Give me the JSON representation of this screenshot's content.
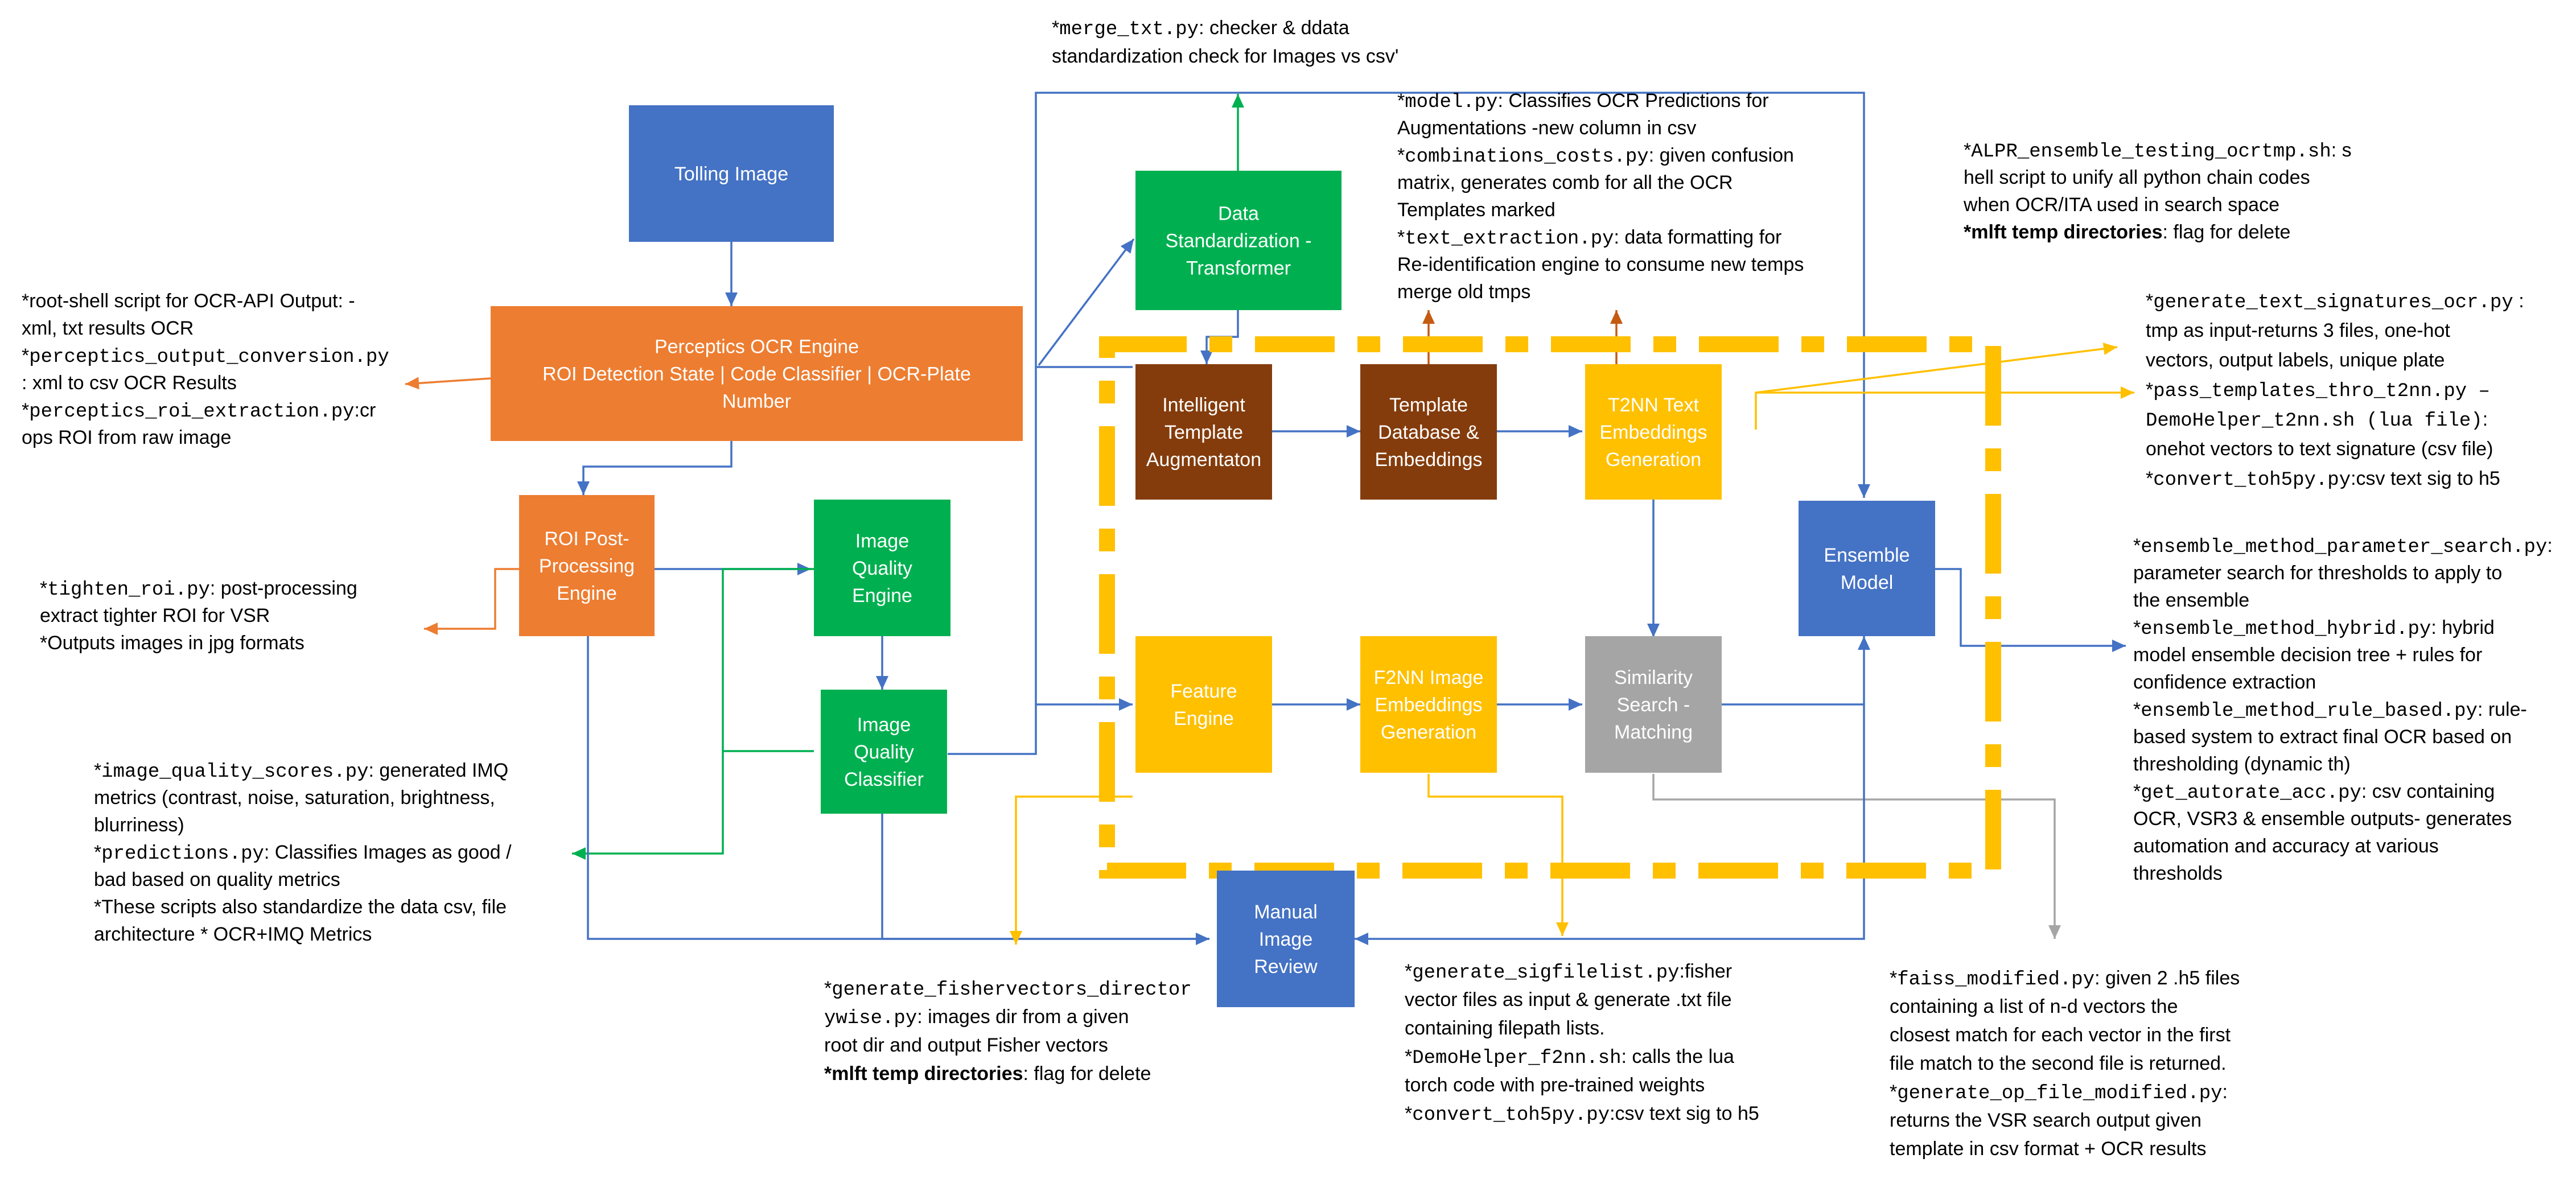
{
  "colors": {
    "blue": "#4472C4",
    "orange": "#ED7D31",
    "green": "#00B050",
    "brown": "#843C0C",
    "yellow": "#FFC000",
    "gray": "#A5A5A5",
    "dash": "#FFC000",
    "line_blue": "#4472C4",
    "line_orange": "#ED7D31",
    "line_green": "#00B050",
    "line_yellow": "#FFC000",
    "line_brown": "#C55A11",
    "line_gray": "#A5A5A5"
  },
  "boxes": {
    "tolling_image": [
      "Tolling Image"
    ],
    "perceptics": [
      "Perceptics OCR Engine",
      "ROI Detection State | Code Classifier | OCR-Plate",
      "Number"
    ],
    "roi_post": [
      "ROI Post-",
      "Processing",
      "Engine"
    ],
    "image_quality_engine": [
      "Image",
      "Quality",
      "Engine"
    ],
    "image_quality_classifier": [
      "Image",
      "Quality",
      "Classifier"
    ],
    "data_standardization": [
      "Data",
      "Standardization -",
      "Transformer"
    ],
    "intelligent_template": [
      "Intelligent",
      "Template",
      "Augmentaton"
    ],
    "template_database": [
      "Template",
      "Database &",
      "Embeddings"
    ],
    "t2nn": [
      "T2NN Text",
      "Embeddings",
      "Generation"
    ],
    "feature_engine": [
      "Feature",
      "Engine"
    ],
    "f2nn": [
      "F2NN Image",
      "Embeddings",
      "Generation"
    ],
    "similarity_search": [
      "Similarity",
      "Search -",
      "Matching"
    ],
    "ensemble_model": [
      "Ensemble",
      "Model"
    ],
    "manual_review": [
      "Manual",
      "Image",
      "Review"
    ]
  },
  "notes": {
    "root_shell": [
      [
        {
          "t": "*root-shell script for OCR-API Output: -"
        }
      ],
      [
        {
          "t": "xml, txt results OCR"
        }
      ],
      [
        {
          "t": "*"
        },
        {
          "t": "perceptics_output_conversion.py",
          "mono": true
        }
      ],
      [
        {
          "t": ": xml to csv OCR Results"
        }
      ],
      [
        {
          "t": "*"
        },
        {
          "t": "perceptics_roi_extraction.py",
          "mono": true
        },
        {
          "t": ":cr"
        }
      ],
      [
        {
          "t": "ops ROI from raw image"
        }
      ]
    ],
    "tighten_roi": [
      [
        {
          "t": "*"
        },
        {
          "t": "tighten_roi.py",
          "mono": true
        },
        {
          "t": ": post-processing"
        }
      ],
      [
        {
          "t": "extract tighter ROI for VSR"
        }
      ],
      [
        {
          "t": "*Outputs images in jpg formats"
        }
      ]
    ],
    "image_quality_scores": [
      [
        {
          "t": "*"
        },
        {
          "t": "image_quality_scores.py",
          "mono": true
        },
        {
          "t": ": generated IMQ"
        }
      ],
      [
        {
          "t": "metrics (contrast, noise, saturation, brightness,"
        }
      ],
      [
        {
          "t": "blurriness)"
        }
      ],
      [
        {
          "t": "*"
        },
        {
          "t": "predictions.py",
          "mono": true
        },
        {
          "t": ": Classifies Images as good /"
        }
      ],
      [
        {
          "t": "bad based on quality metrics"
        }
      ],
      [
        {
          "t": "*These scripts also standardize the data csv, file"
        }
      ],
      [
        {
          "t": "architecture * OCR+IMQ Metrics"
        }
      ]
    ],
    "merge_txt": [
      [
        {
          "t": "*"
        },
        {
          "t": "merge_txt.py",
          "mono": true
        },
        {
          "t": ":  checker & ddata"
        }
      ],
      [
        {
          "t": "standardization check for Images vs csv'"
        }
      ]
    ],
    "model_py": [
      [
        {
          "t": "*"
        },
        {
          "t": "model.py",
          "mono": true
        },
        {
          "t": ": Classifies OCR Predictions for"
        }
      ],
      [
        {
          "t": "Augmentations -new column in csv"
        }
      ],
      [
        {
          "t": "*"
        },
        {
          "t": "combinations_costs.py",
          "mono": true
        },
        {
          "t": ": given confusion"
        }
      ],
      [
        {
          "t": "matrix, generates comb for all the OCR"
        }
      ],
      [
        {
          "t": "Templates marked"
        }
      ],
      [
        {
          "t": "*"
        },
        {
          "t": "text_extraction.py",
          "mono": true
        },
        {
          "t": ": data formatting for"
        }
      ],
      [
        {
          "t": "Re-identification engine to consume new temps"
        }
      ],
      [
        {
          "t": "merge old tmps"
        }
      ]
    ],
    "alpr": [
      [
        {
          "t": "*"
        },
        {
          "t": "ALPR_ensemble_testing_ocrtmp.sh",
          "mono": true
        },
        {
          "t": ": s"
        }
      ],
      [
        {
          "t": "hell script to unify all python chain codes"
        }
      ],
      [
        {
          "t": "when OCR/ITA  used in search space"
        }
      ],
      [
        {
          "t": "*mlft temp directories",
          "bold": true
        },
        {
          "t": ": flag for delete"
        }
      ]
    ],
    "generate_text_signatures": [
      [
        {
          "t": "*"
        },
        {
          "t": "generate_text_signatures_ocr.py",
          "mono": true
        },
        {
          "t": " :"
        }
      ],
      [
        {
          "t": "tmp as input-returns 3 files,  one-hot"
        }
      ],
      [
        {
          "t": "vectors, output labels, unique plate"
        }
      ],
      [
        {
          "t": "*"
        },
        {
          "t": "pass_templates_thro_t2nn.py –",
          "mono": true
        }
      ],
      [
        {
          "t": "DemoHelper_t2nn.sh (lua file)",
          "mono": true
        },
        {
          "t": ":"
        }
      ],
      [
        {
          "t": "onehot vectors to text signature (csv file)"
        }
      ],
      [
        {
          "t": "*"
        },
        {
          "t": "convert_toh5py.py",
          "mono": true
        },
        {
          "t": ":csv text sig to h5"
        }
      ]
    ],
    "ensemble_methods": [
      [
        {
          "t": "*"
        },
        {
          "t": "ensemble_method_parameter_search.py",
          "mono": true
        },
        {
          "t": ":"
        }
      ],
      [
        {
          "t": "  parameter search for thresholds to apply to"
        }
      ],
      [
        {
          "t": "the ensemble"
        }
      ],
      [
        {
          "t": "*"
        },
        {
          "t": "ensemble_method_hybrid.py",
          "mono": true
        },
        {
          "t": ":  hybrid"
        }
      ],
      [
        {
          "t": "model ensemble decision tree + rules for"
        }
      ],
      [
        {
          "t": "confidence extraction"
        }
      ],
      [
        {
          "t": "*"
        },
        {
          "t": "ensemble_method_rule_based.py",
          "mono": true
        },
        {
          "t": ": rule-"
        }
      ],
      [
        {
          "t": "based system to extract final OCR based on"
        }
      ],
      [
        {
          "t": "thresholding (dynamic th)"
        }
      ],
      [
        {
          "t": "*"
        },
        {
          "t": "get_autorate_acc.py",
          "mono": true
        },
        {
          "t": ":  csv containing"
        }
      ],
      [
        {
          "t": "OCR, VSR3 & ensemble outputs- generates"
        }
      ],
      [
        {
          "t": "automation and accuracy at various"
        }
      ],
      [
        {
          "t": "thresholds"
        }
      ]
    ],
    "fisher_vectors": [
      [
        {
          "t": "*"
        },
        {
          "t": "generate_fishervectors_director",
          "mono": true
        }
      ],
      [
        {
          "t": "ywise.py",
          "mono": true
        },
        {
          "t": ":   images dir from a given"
        }
      ],
      [
        {
          "t": "root dir and output Fisher vectors"
        }
      ],
      [
        {
          "t": "*mlft temp directories",
          "bold": true
        },
        {
          "t": ": flag for delete"
        }
      ]
    ],
    "sigfilelist": [
      [
        {
          "t": "*"
        },
        {
          "t": "generate_sigfilelist.py",
          "mono": true
        },
        {
          "t": ":fisher"
        }
      ],
      [
        {
          "t": "vector files as input & generate .txt file"
        }
      ],
      [
        {
          "t": "containing filepath lists."
        }
      ],
      [
        {
          "t": "*"
        },
        {
          "t": "DemoHelper_f2nn.sh",
          "mono": true
        },
        {
          "t": ": calls the lua"
        }
      ],
      [
        {
          "t": "torch code with pre-trained weights"
        }
      ],
      [
        {
          "t": "*"
        },
        {
          "t": "convert_toh5py.py",
          "mono": true
        },
        {
          "t": ":csv text sig to h5"
        }
      ]
    ],
    "faiss": [
      [
        {
          "t": "*"
        },
        {
          "t": "faiss_modified.py",
          "mono": true
        },
        {
          "t": ":  given 2 .h5 files"
        }
      ],
      [
        {
          "t": "containing a list of n-d vectors the"
        }
      ],
      [
        {
          "t": "closest match for each vector in the first"
        }
      ],
      [
        {
          "t": "file match to the second file is returned."
        }
      ],
      [
        {
          "t": "*"
        },
        {
          "t": "generate_op_file_modified.py",
          "mono": true
        },
        {
          "t": ":"
        }
      ],
      [
        {
          "t": "returns  the VSR search output given"
        }
      ],
      [
        {
          "t": "template in csv format + OCR results"
        }
      ]
    ]
  }
}
